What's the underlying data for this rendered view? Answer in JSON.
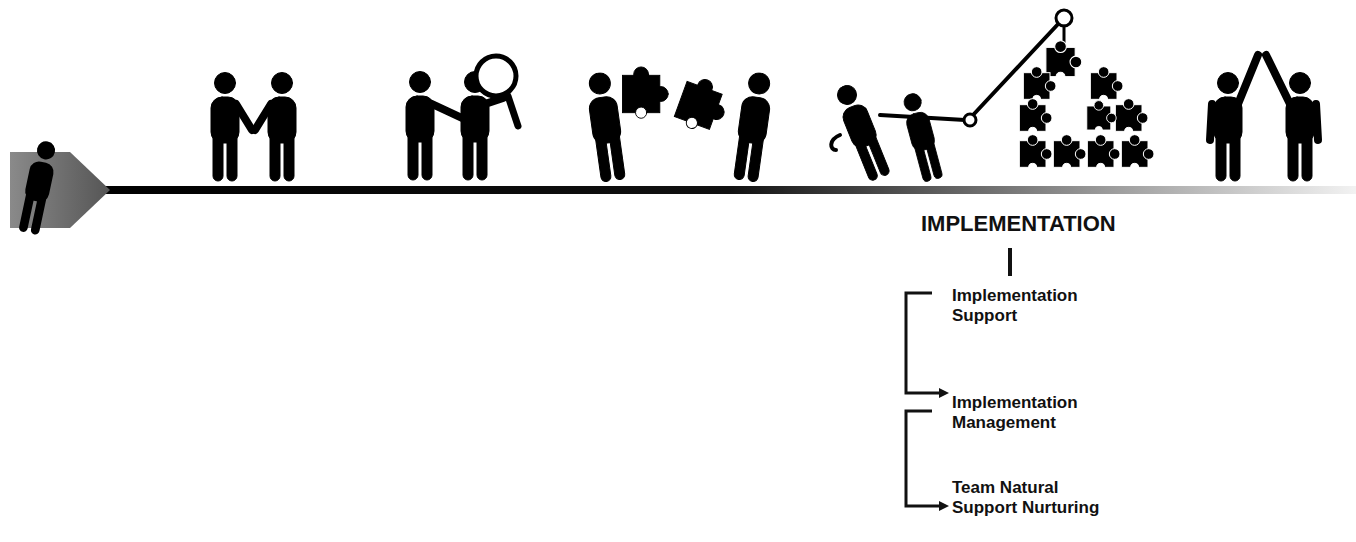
{
  "diagram": {
    "labels": [
      "IMPLEMENTATION",
      "Implementation Support",
      "Implementation Management",
      "Team Natural Support Nurturing"
    ]
  }
}
